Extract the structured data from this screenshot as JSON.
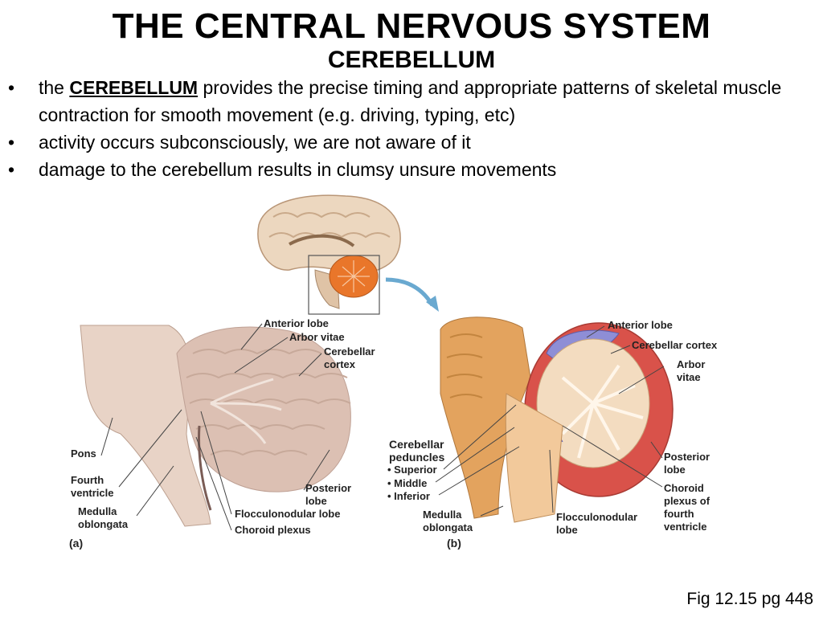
{
  "slide": {
    "title": "THE CENTRAL NERVOUS SYSTEM",
    "subtitle": "CEREBELLUM",
    "bullets": [
      {
        "pre": "the ",
        "emph": "CEREBELLUM",
        "post": " provides the precise timing and appropriate patterns of skeletal muscle contraction for smooth movement (e.g. driving, typing, etc)"
      },
      {
        "text": "activity occurs subconsciously, we are not aware of it"
      },
      {
        "text": "damage to the cerebellum results in clumsy unsure movements"
      }
    ],
    "bullet_glyph": "•",
    "caption": "Fig 12.15 pg 448"
  },
  "figure": {
    "panel_a": {
      "tag": "(a)",
      "labels": {
        "anterior_lobe": "Anterior lobe",
        "arbor_vitae": "Arbor vitae",
        "cerebellar_cortex_1": "Cerebellar",
        "cerebellar_cortex_2": "cortex",
        "pons": "Pons",
        "fourth_ventricle_1": "Fourth",
        "fourth_ventricle_2": "ventricle",
        "medulla_1": "Medulla",
        "medulla_2": "oblongata",
        "posterior_lobe_1": "Posterior",
        "posterior_lobe_2": "lobe",
        "flocculonodular": "Flocculonodular lobe",
        "choroid_plexus": "Choroid plexus"
      }
    },
    "panel_b": {
      "tag": "(b)",
      "labels": {
        "anterior_lobe": "Anterior lobe",
        "cerebellar_cortex": "Cerebellar cortex",
        "arbor_vitae_1": "Arbor",
        "arbor_vitae_2": "vitae",
        "peduncles_1": "Cerebellar",
        "peduncles_2": "peduncles",
        "superior": "• Superior",
        "middle": "• Middle",
        "inferior": "• Inferior",
        "medulla_1": "Medulla",
        "medulla_2": "oblongata",
        "flocculonodular_1": "Flocculonodular",
        "flocculonodular_2": "lobe",
        "posterior_lobe_1": "Posterior",
        "posterior_lobe_2": "lobe",
        "choroid_1": "Choroid",
        "choroid_2": "plexus of",
        "choroid_3": "fourth",
        "choroid_4": "ventricle"
      }
    }
  },
  "colors": {
    "brain_tissue": "#e9d3bd",
    "cerebellum_orange": "#e9762a",
    "cortex_red": "#d9524a",
    "anterior_blue": "#8e8ed6",
    "arrow_blue": "#6aa9d0"
  }
}
